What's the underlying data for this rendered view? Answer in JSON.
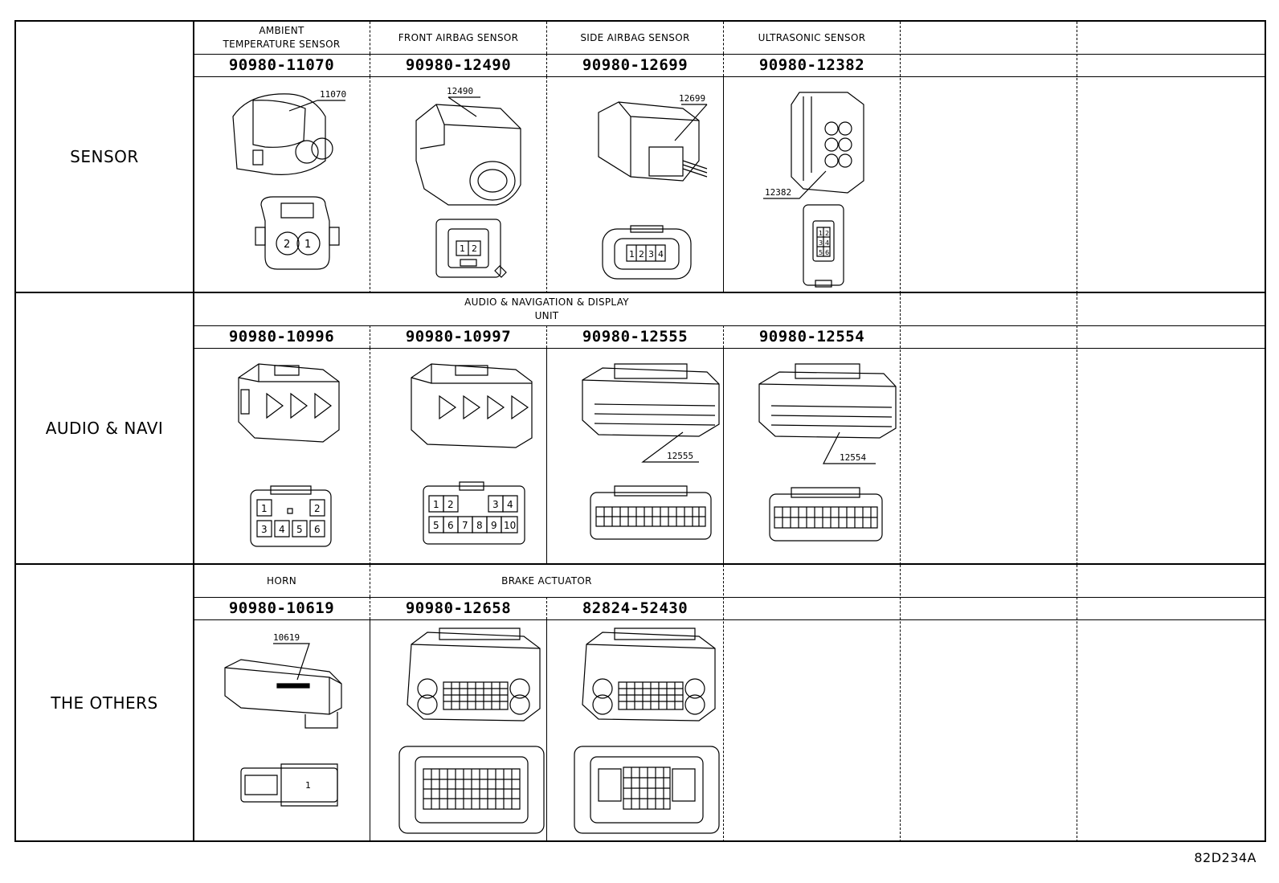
{
  "sections": {
    "sensor": {
      "label": "SENSOR",
      "cols": [
        {
          "title": "AMBIENT TEMPERATURE SENSOR",
          "part": "90980-11070",
          "callout": "11070",
          "pins": [
            "2",
            "1"
          ]
        },
        {
          "title": "FRONT AIRBAG SENSOR",
          "part": "90980-12490",
          "callout": "12490",
          "pins": [
            "1",
            "2"
          ]
        },
        {
          "title": "SIDE AIRBAG SENSOR",
          "part": "90980-12699",
          "callout": "12699",
          "pins": [
            "1",
            "2",
            "3",
            "4"
          ]
        },
        {
          "title": "ULTRASONIC SENSOR",
          "part": "90980-12382",
          "callout": "12382",
          "pins": [
            "1",
            "2",
            "3",
            "4",
            "5",
            "6"
          ]
        }
      ]
    },
    "audio": {
      "label": "AUDIO & NAVI",
      "group_title": "AUDIO & NAVIGATION & DISPLAY UNIT",
      "cols": [
        {
          "part": "90980-10996",
          "pins": [
            "1",
            "2",
            "3",
            "4",
            "5",
            "6"
          ]
        },
        {
          "part": "90980-10997",
          "pins": [
            "1",
            "2",
            "3",
            "4",
            "5",
            "6",
            "7",
            "8",
            "9",
            "10"
          ]
        },
        {
          "part": "90980-12555",
          "callout": "12555"
        },
        {
          "part": "90980-12554",
          "callout": "12554"
        }
      ]
    },
    "others": {
      "label": "THE OTHERS",
      "cols": [
        {
          "title": "HORN",
          "part": "90980-10619",
          "callout": "10619",
          "pins": [
            "1"
          ]
        },
        {
          "part": "90980-12658"
        },
        {
          "part": "82824-52430"
        }
      ],
      "group_title": "BRAKE ACTUATOR"
    }
  },
  "reference": "82D234A"
}
